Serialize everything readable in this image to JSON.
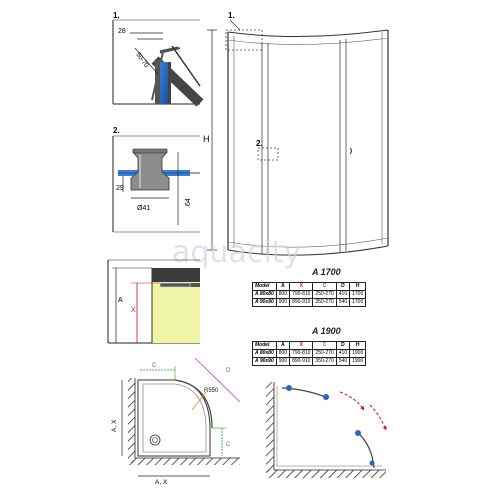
{
  "panels": {
    "detail1": {
      "number": "1.",
      "dim_a": "28",
      "dim_b": "50-70"
    },
    "detail2": {
      "number": "2.",
      "dim_h": "29",
      "dim_d": "Ø41",
      "dim_v": "64"
    },
    "main_view": {
      "callout1": "1.",
      "callout2": "2.",
      "height_label": "H"
    },
    "section_view": {
      "label_a": "A",
      "label_x": "X"
    },
    "plan_view": {
      "label_ax": "A, X",
      "label_c_top": "C",
      "label_c_side": "C",
      "label_d": "D",
      "label_r": "R550"
    }
  },
  "watermark": "aquacity",
  "colors": {
    "red": "#d0101a",
    "green": "#2aa02a",
    "orange": "#e08a1e",
    "blue": "#2a66c8",
    "panel_fill": "#eef5a6"
  },
  "tables": [
    {
      "title": "A 1700",
      "headers": [
        "Model",
        "A",
        "X",
        "C",
        "D",
        "H"
      ],
      "rows": [
        [
          "A 80x80",
          "800",
          "790-810",
          "250-270",
          "410",
          "1700"
        ],
        [
          "A 90x90",
          "900",
          "890-910",
          "350-270",
          "540",
          "1700"
        ]
      ]
    },
    {
      "title": "A 1900",
      "headers": [
        "Model",
        "A",
        "X",
        "C",
        "D",
        "H"
      ],
      "rows": [
        [
          "A 80x80",
          "800",
          "790-810",
          "250-270",
          "410",
          "1900"
        ],
        [
          "A 90x90",
          "900",
          "890-910",
          "350-270",
          "540",
          "1900"
        ]
      ]
    }
  ]
}
